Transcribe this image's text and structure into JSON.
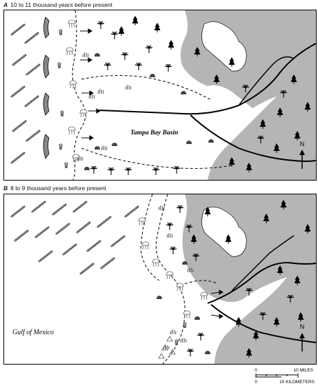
{
  "panel_a": {
    "letter": "A",
    "title": "10 to 11 thousand years before present",
    "basin_label": "Tampa Bay Basin",
    "north_label": "N"
  },
  "panel_b": {
    "letter": "B",
    "title": "8 to 9 thousand years before present",
    "gulf_label": "Gulf of Mexico",
    "north_label": "N"
  },
  "scale_bar": {
    "zero_miles": "0",
    "miles_label": "10 MILES",
    "zero_km": "0",
    "km_label": "10 KILOMETERS"
  },
  "colors": {
    "land_gray": "#b5b5b5",
    "line": "#000000"
  }
}
